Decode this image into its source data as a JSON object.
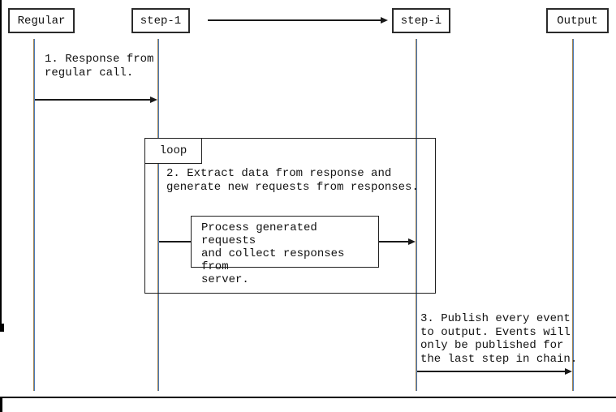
{
  "diagram_type": "sequence",
  "participants": [
    {
      "id": "regular",
      "label": "Regular"
    },
    {
      "id": "step-1",
      "label": "step-1"
    },
    {
      "id": "step-i",
      "label": "step-i"
    },
    {
      "id": "output",
      "label": "Output"
    }
  ],
  "fragment": {
    "label": "loop"
  },
  "messages": {
    "msg1": "1. Response from\nregular call.",
    "msg2": "2. Extract data from response and\ngenerate new requests from responses.",
    "process": "Process generated requests\nand collect responses from\nserver.",
    "msg3": "3. Publish every event\nto output. Events will\nonly be published for\nthe last step in chain."
  },
  "colors": {
    "line": "#1a1a1a",
    "lifeline_left": "#a1824e",
    "lifeline_right": "#4a79b8",
    "background": "#ffffff"
  }
}
